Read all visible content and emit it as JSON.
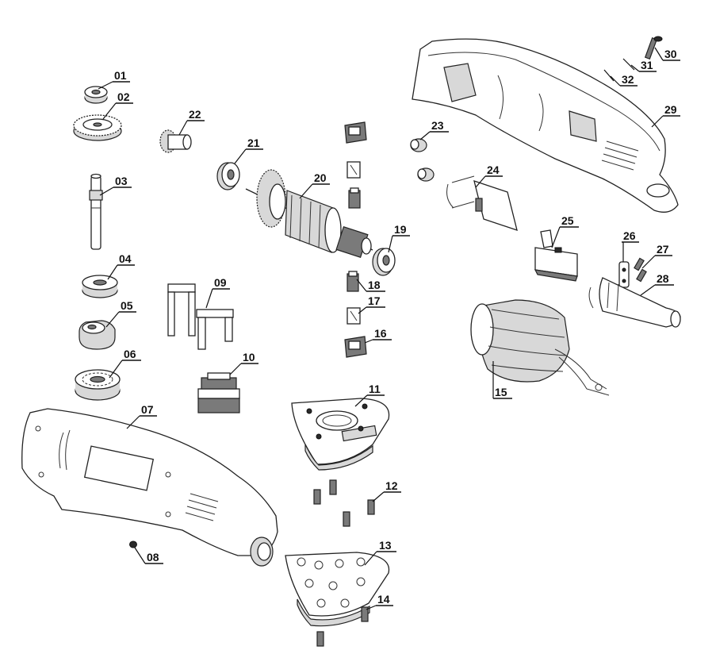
{
  "diagram": {
    "parts": [
      {
        "key": "p01",
        "label": "01"
      },
      {
        "key": "p02",
        "label": "02"
      },
      {
        "key": "p03",
        "label": "03"
      },
      {
        "key": "p04",
        "label": "04"
      },
      {
        "key": "p05",
        "label": "05"
      },
      {
        "key": "p06",
        "label": "06"
      },
      {
        "key": "p07",
        "label": "07"
      },
      {
        "key": "p08",
        "label": "08"
      },
      {
        "key": "p09",
        "label": "09"
      },
      {
        "key": "p10",
        "label": "10"
      },
      {
        "key": "p11",
        "label": "11"
      },
      {
        "key": "p12",
        "label": "12"
      },
      {
        "key": "p13",
        "label": "13"
      },
      {
        "key": "p14",
        "label": "14"
      },
      {
        "key": "p15",
        "label": "15"
      },
      {
        "key": "p16",
        "label": "16"
      },
      {
        "key": "p17",
        "label": "17"
      },
      {
        "key": "p18",
        "label": "18"
      },
      {
        "key": "p19",
        "label": "19"
      },
      {
        "key": "p20",
        "label": "20"
      },
      {
        "key": "p21",
        "label": "21"
      },
      {
        "key": "p22",
        "label": "22"
      },
      {
        "key": "p23",
        "label": "23"
      },
      {
        "key": "p24",
        "label": "24"
      },
      {
        "key": "p25",
        "label": "25"
      },
      {
        "key": "p26",
        "label": "26"
      },
      {
        "key": "p27",
        "label": "27"
      },
      {
        "key": "p28",
        "label": "28"
      },
      {
        "key": "p29",
        "label": "29"
      },
      {
        "key": "p30",
        "label": "30"
      },
      {
        "key": "p31",
        "label": "31"
      },
      {
        "key": "p32",
        "label": "32"
      }
    ]
  }
}
